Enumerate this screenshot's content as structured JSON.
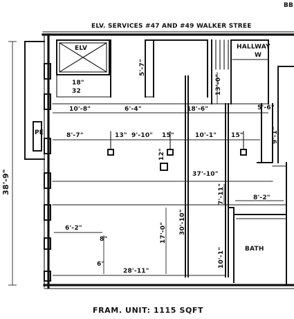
{
  "header_note": "ELV. SERVICES #47 AND #49 WALKER STREE",
  "elevator_label": "ELV",
  "hallway_label": "HALLWAY",
  "hallway_sub": "W",
  "bath_label": "BATH",
  "pe_label": "PE",
  "caption": "FRAM. UNIT: 1115 SQFT",
  "corner_text": "BB",
  "dimensions": {
    "d_10_8": "10'-8\"",
    "d_6_4": "6'-4\"",
    "d_18_6": "18'-6\"",
    "d_13_0": "13'-0\"",
    "d_5_6": "5'-6\"",
    "d_5_7": "5'-7\"",
    "d_8_7": "8'-7\"",
    "d_13": "13\"",
    "d_9_10": "9'-10\"",
    "d_15_a": "15\"",
    "d_10_1": "10'-1\"",
    "d_15_b": "15\"",
    "d_9_1": "9'-1\"",
    "d_37_10": "37'-10\"",
    "d_38_9": "38'-9\"",
    "d_8_2": "8'-2\"",
    "d_7_11": "7'-11\"",
    "d_6_2": "6'-2\"",
    "d_17_0": "17'-0\"",
    "d_30_10": "30'-10\"",
    "d_10_1_v": "10'-1\"",
    "d_28_11": "28'-11\"",
    "d_18": "18\"",
    "d_32": "32",
    "d_12": "12\"",
    "d_8": "8\"",
    "d_6": "6\""
  }
}
